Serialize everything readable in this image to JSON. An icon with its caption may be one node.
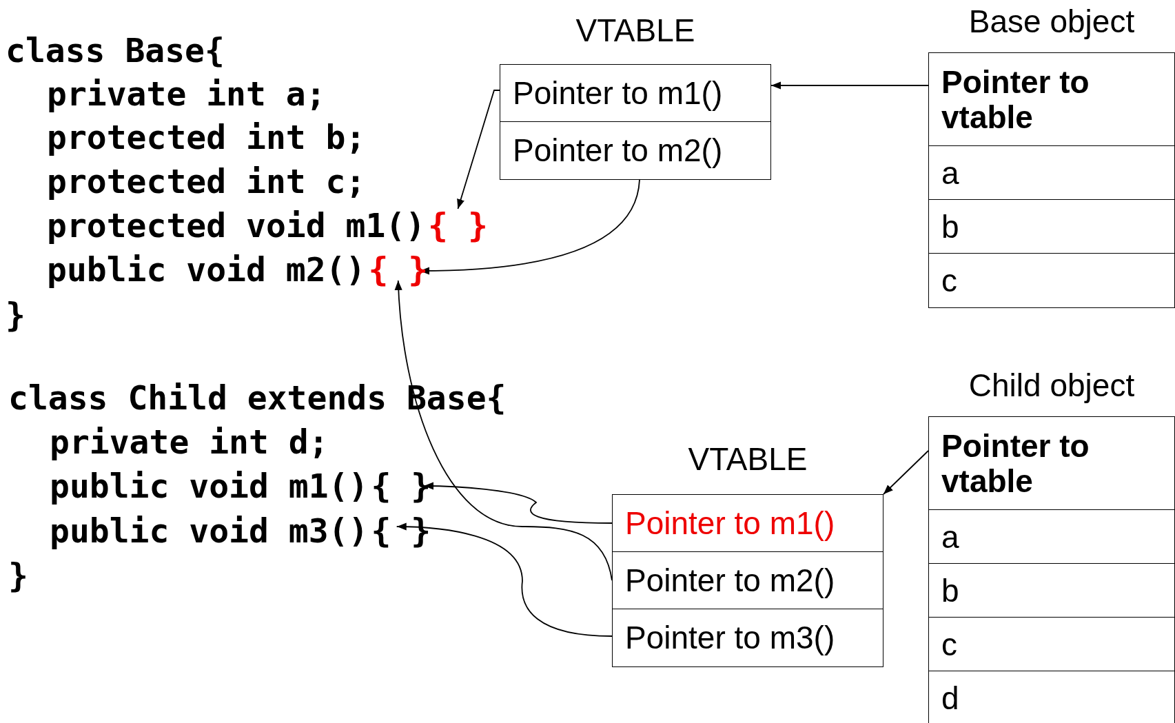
{
  "diagram": {
    "nodes": [
      {
        "text": [
          "VTABLE"
        ]
      },
      {
        "text": [
          "Pointer to m1()"
        ],
        "in": 0
      },
      {
        "text": [
          "Pointer to m2()"
        ],
        "in": 0
      },
      {
        "text": [
          "Base object"
        ]
      },
      {
        "text": [
          "Pointer to vtable"
        ],
        "in": 3
      },
      {
        "text": [
          "a"
        ],
        "in": 3
      },
      {
        "text": [
          "b"
        ],
        "in": 3
      },
      {
        "text": [
          "c"
        ],
        "in": 3
      },
      {
        "text": [
          "protected void m1()",
          "{ }"
        ]
      },
      {
        "text": [
          "public void m2()",
          "{ }"
        ]
      },
      {
        "text": [
          "VTABLE"
        ]
      },
      {
        "text": [
          "Pointer to m1()"
        ],
        "in": 10
      },
      {
        "text": [
          "Pointer to m2()"
        ],
        "in": 10
      },
      {
        "text": [
          "Pointer to m3()"
        ],
        "in": 10
      },
      {
        "text": [
          "Child object"
        ]
      },
      {
        "text": [
          "Pointer to vtable"
        ],
        "in": 14
      },
      {
        "text": [
          "a"
        ],
        "in": 14
      },
      {
        "text": [
          "b"
        ],
        "in": 14
      },
      {
        "text": [
          "c"
        ],
        "in": 14
      },
      {
        "text": [
          "d"
        ],
        "in": 14
      },
      {
        "text": [
          "public void m1()",
          "{ }"
        ]
      },
      {
        "text": [
          "public void m3()",
          "{ }"
        ]
      }
    ],
    "edges": [
      {
        "from": 4,
        "to": 1,
        "arrow": "to"
      },
      {
        "from": 1,
        "to": 8,
        "arrow": "to"
      },
      {
        "from": 2,
        "to": 9,
        "arrow": "to"
      },
      {
        "from": 15,
        "to": 10,
        "arrow": "to"
      },
      {
        "from": 11,
        "to": 20,
        "arrow": "to"
      },
      {
        "from": 12,
        "to": 9,
        "arrow": "to"
      },
      {
        "from": 13,
        "to": 21,
        "arrow": "to"
      }
    ],
    "labels": [
      "class Base{",
      "private int a;",
      "protected int b;",
      "protected int c;",
      "}",
      "class Child extends Base{",
      "private int d;",
      "}"
    ]
  }
}
